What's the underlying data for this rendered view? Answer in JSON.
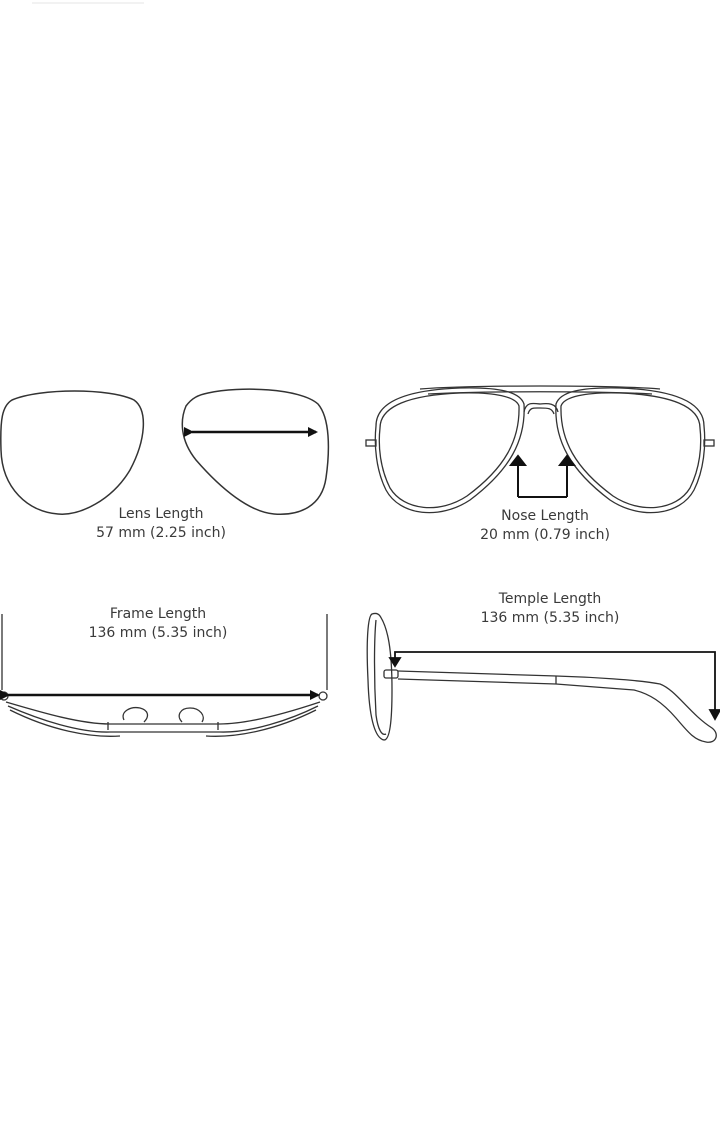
{
  "panels": {
    "lens": {
      "title": "Lens Length",
      "value": "57 mm (2.25 inch)"
    },
    "nose": {
      "title": "Nose Length",
      "value": "20 mm (0.79 inch)"
    },
    "frame": {
      "title": "Frame Length",
      "value": "136 mm (5.35 inch)"
    },
    "temple": {
      "title": "Temple Length",
      "value": "136 mm (5.35 inch)"
    }
  },
  "colors": {
    "background": "#ffffff",
    "line": "#333333",
    "arrow": "#111111",
    "text": "#3a3a3a"
  }
}
